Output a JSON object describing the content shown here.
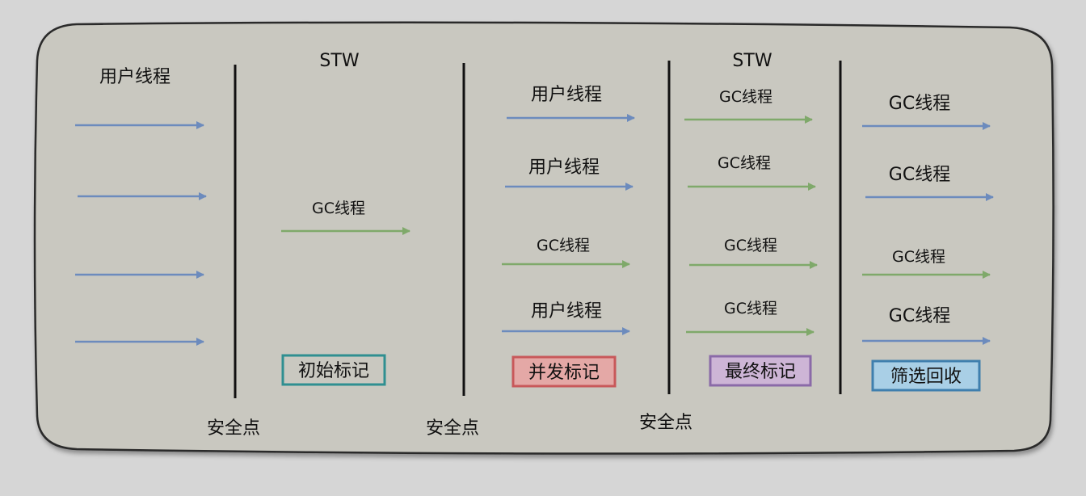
{
  "colors": {
    "page_bg": "#d6d6d6",
    "panel_bg": "#c9c8c0",
    "panel_border": "#2a2a2a",
    "user_thread_arrow": "#6c8bbd",
    "gc_thread_arrow": "#7fa96a",
    "divider": "#111111",
    "initial_mark_box": "#2f8f91",
    "concurrent_mark_box": "#c8585a",
    "final_mark_box": "#8a6aa8",
    "cleanup_box": "#3f7fae"
  },
  "phases": {
    "initial": {
      "stw_label": "STW",
      "thread_label": "GC线程",
      "badge": "初始标记"
    },
    "concurrent": {
      "thread_labels": [
        "用户线程",
        "用户线程",
        "GC线程",
        "用户线程"
      ],
      "badge": "并发标记"
    },
    "final": {
      "stw_label": "STW",
      "thread_labels": [
        "GC线程",
        "GC线程",
        "GC线程",
        "GC线程"
      ],
      "badge": "最终标记"
    },
    "cleanup": {
      "thread_labels": [
        "GC线程",
        "GC线程",
        "GC线程",
        "GC线程"
      ],
      "badge": "筛选回收"
    }
  },
  "left_section": {
    "label": "用户线程"
  },
  "safepoints": [
    "安全点",
    "安全点",
    "安全点"
  ]
}
